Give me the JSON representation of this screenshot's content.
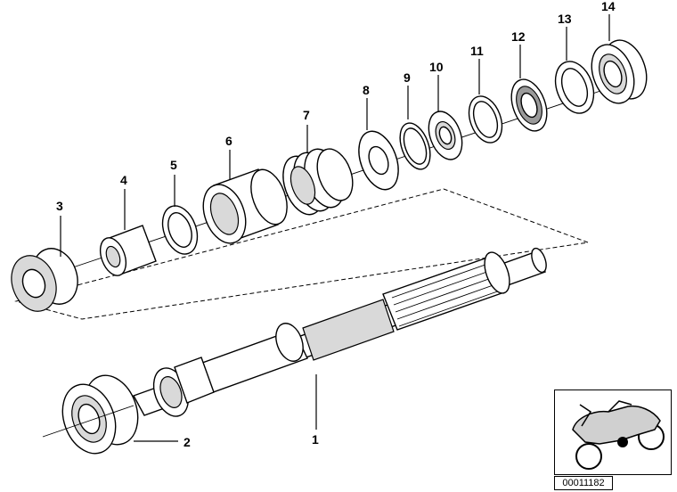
{
  "callouts": [
    "1",
    "2",
    "3",
    "4",
    "5",
    "6",
    "7",
    "8",
    "9",
    "10",
    "11",
    "12",
    "13",
    "14"
  ],
  "reference_code": "00011182"
}
